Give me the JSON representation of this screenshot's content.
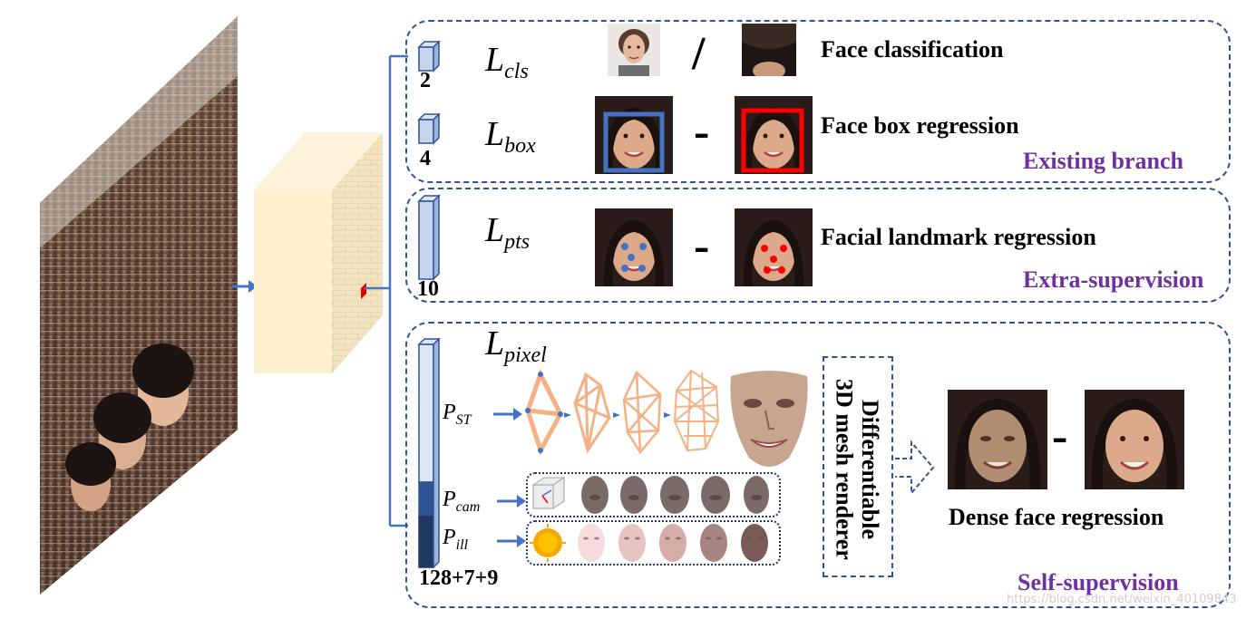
{
  "existing_branch": {
    "title": "Existing branch",
    "cls_loss": "L",
    "cls_sub": "cls",
    "cls_dim": "2",
    "cls_separator": "/",
    "cls_label": "Face classification",
    "box_loss": "L",
    "box_sub": "box",
    "box_dim": "4",
    "box_operator": "-",
    "box_label": "Face box regression"
  },
  "extra_supervision": {
    "title": "Extra-supervision",
    "pts_loss": "L",
    "pts_sub": "pts",
    "pts_dim": "10",
    "pts_operator": "-",
    "pts_label": "Facial landmark regression"
  },
  "self_supervision": {
    "title": "Self-supervision",
    "pixel_loss": "L",
    "pixel_sub": "pixel",
    "p_st": "P",
    "p_st_sub": "ST",
    "p_cam": "P",
    "p_cam_sub": "cam",
    "p_ill": "P",
    "p_ill_sub": "ill",
    "dim": "128+7+9",
    "renderer_label_line1": "Differentiable",
    "renderer_label_line2": "3D mesh renderer",
    "dense_operator": "-",
    "dense_label": "Dense face regression"
  },
  "watermark": "https://blog.csdn.net/weixin_40109843",
  "colors": {
    "panel_border": "#2f5496",
    "branch_title": "#7030a0",
    "arrow": "#4472c4",
    "box_predicted": "#4472c4",
    "box_ground_truth": "#ff0000",
    "landmark_predicted": "#4472c4",
    "landmark_ground_truth": "#ff0000",
    "feature_map": "#fdf0cf",
    "mesh_edge": "#f4b183"
  }
}
